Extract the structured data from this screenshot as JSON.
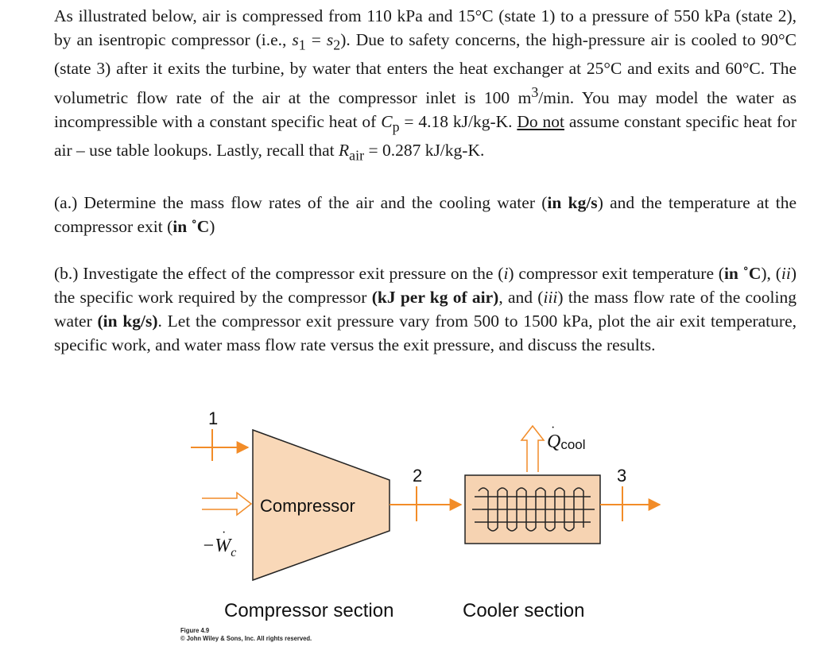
{
  "problem": {
    "intro_parts": [
      "As illustrated below, air is compressed from 110 kPa and 15°C (state 1) to a pressure of 550 kPa (state 2), by an isentropic compressor (i.e., ",
      "s",
      "1",
      " = ",
      "s",
      "2",
      ").  Due to safety concerns, the high-pressure air is cooled to 90°C (state 3) after it exits the turbine, by water that enters the heat exchanger at 25°C and exits and 60°C.  The volumetric flow rate of the air at the compressor inlet is 100 m",
      "3",
      "/min.  You may model the water as incompressible with a constant specific heat of ",
      "C",
      "p",
      " = 4.18 kJ/kg-K.  ",
      "Do not",
      " assume constant specific heat for air – use table lookups.  Lastly, recall that ",
      "R",
      "air",
      " = 0.287 kJ/kg-K."
    ],
    "part_a": {
      "label": "(a.)",
      "text1": " Determine the mass flow rates of the air and the cooling water (",
      "bold1": "in kg/s",
      "text2": ") and the temperature at the compressor exit (",
      "bold2": "in ˚C",
      "text3": ")"
    },
    "part_b": {
      "label": "(b.)",
      "text1": " Investigate the effect of the compressor exit pressure on the (",
      "i": "i",
      "text2": ") compressor exit temperature (",
      "bold1": "in ˚C",
      "text3": "), (",
      "ii": "ii",
      "text4": ") the specific work required by the compressor ",
      "bold2": "(kJ per kg of air)",
      "text5": ", and (",
      "iii": "iii",
      "text6": ") the mass flow rate of the cooling water ",
      "bold3": "(in kg/s)",
      "text7": ".  Let the compressor exit pressure vary from 500 to 1500 kPa, plot the air exit temperature, specific work, and water mass flow rate versus the exit pressure, and discuss the results."
    }
  },
  "figure": {
    "state1": "1",
    "state2": "2",
    "state3": "3",
    "compressor_label": "Compressor",
    "work_label": "−W",
    "work_sub": "c",
    "heat_label": "Q",
    "heat_sub": "cool",
    "compressor_section": "Compressor section",
    "cooler_section": "Cooler section",
    "colors": {
      "compressor_fill": "#f9d8b8",
      "arrow": "#f28c28",
      "cooler_fill": "#f6d3b2",
      "coil": "#222222"
    }
  },
  "credit": {
    "line1": "Figure 4.9",
    "line2": "© John Wiley & Sons, Inc. All rights reserved."
  }
}
